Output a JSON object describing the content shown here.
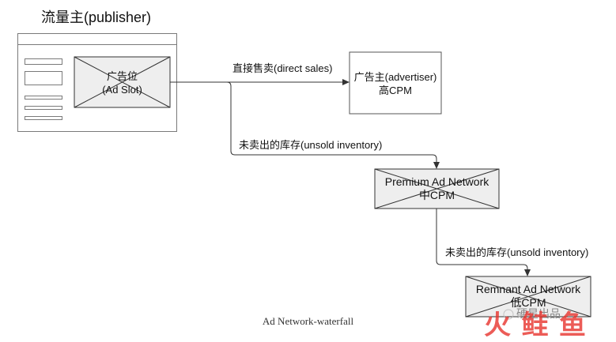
{
  "publisher": {
    "title": "流量主(publisher)"
  },
  "ad_slot": {
    "line1": "广告位",
    "line2": "(Ad Slot)"
  },
  "advertiser": {
    "line1": "广告主(advertiser)",
    "line2": "高CPM"
  },
  "premium_network": {
    "line1": "Premium Ad Network",
    "line2": "中CPM"
  },
  "remnant_network": {
    "line1": "Remnant Ad Network",
    "line2": "低CPM"
  },
  "edges": {
    "direct_sales": "直接售卖(direct sales)",
    "unsold_1": "未卖出的库存(unsold inventory)",
    "unsold_2": "未卖出的库存(unsold inventory)"
  },
  "caption": "Ad Network-waterfall",
  "watermark": {
    "line1": "硬星出品",
    "line2": "火 鲑 鱼"
  },
  "colors": {
    "box_fill": "#eeeeee",
    "stroke": "#333333",
    "watermark": "#e8342e"
  }
}
